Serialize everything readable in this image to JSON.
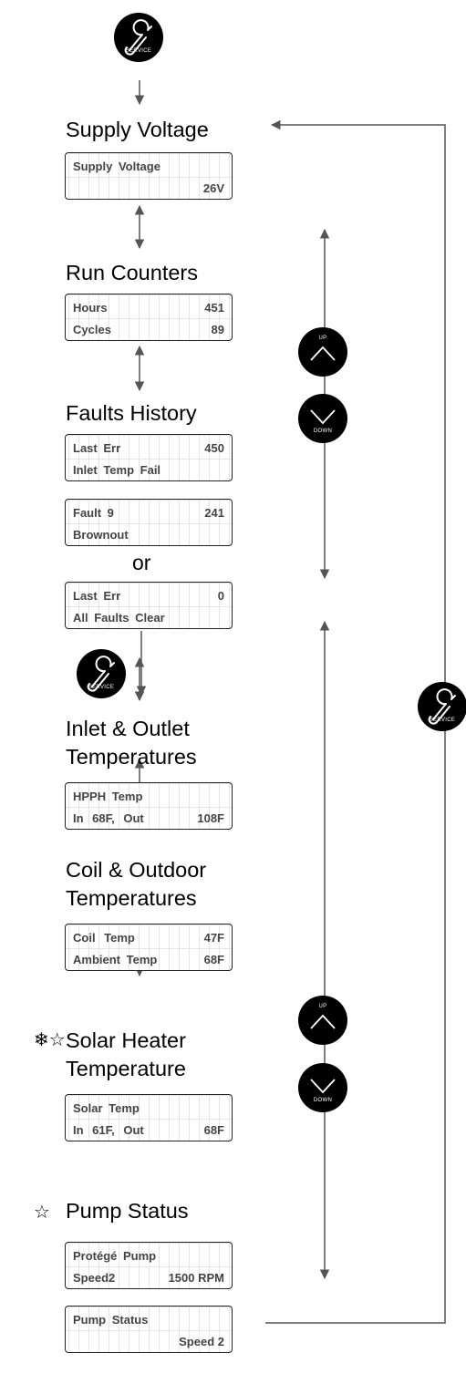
{
  "service_button": {
    "label": "SERVICE"
  },
  "up_button": {
    "label": "UP"
  },
  "down_button": {
    "label": "DOWN"
  },
  "connector_word": "or",
  "sections": {
    "supply_voltage": {
      "title": "Supply Voltage",
      "display": {
        "line1_left": "Supply Voltage",
        "line1_right": "",
        "line2_left": "",
        "line2_right": "26V"
      }
    },
    "run_counters": {
      "title": "Run Counters",
      "display": {
        "line1_left": "Hours",
        "line1_right": "451",
        "line2_left": "Cycles",
        "line2_right": "89"
      }
    },
    "faults_history": {
      "title": "Faults History",
      "displays": [
        {
          "line1_left": "Last Err",
          "line1_right": "450",
          "line2_left": "Inlet Temp Fail",
          "line2_right": ""
        },
        {
          "line1_left": "Fault 9",
          "line1_right": "241",
          "line2_left": "Brownout",
          "line2_right": ""
        },
        {
          "line1_left": "Last Err",
          "line1_right": "0",
          "line2_left": "All Faults Clear",
          "line2_right": ""
        }
      ]
    },
    "inlet_outlet": {
      "title_line1": "Inlet & Outlet",
      "title_line2": "Temperatures",
      "display": {
        "line1_left": "HPPH Temp",
        "line1_right": "",
        "line2_left": "In   68F, Out",
        "line2_right": "108F"
      }
    },
    "coil_outdoor": {
      "title_line1": "Coil & Outdoor",
      "title_line2": "Temperatures",
      "display": {
        "line1_left": "Coil  Temp",
        "line1_right": "47F",
        "line2_left": "Ambient Temp",
        "line2_right": "68F"
      }
    },
    "solar_heater": {
      "symbols": "❄☆",
      "title_line1": "Solar Heater",
      "title_line2": "Temperature",
      "display": {
        "line1_left": "Solar Temp",
        "line1_right": "",
        "line2_left": "In   61F, Out",
        "line2_right": "68F"
      }
    },
    "pump_status": {
      "symbol": "☆",
      "title": "Pump Status",
      "displays": [
        {
          "line1_left": "Protégé Pump",
          "line1_right": "",
          "line2_left": "Speed2",
          "line2_right": "1500 RPM"
        },
        {
          "line1_left": "Pump Status",
          "line1_right": "",
          "line2_left": "",
          "line2_right": "Speed 2"
        }
      ]
    }
  }
}
